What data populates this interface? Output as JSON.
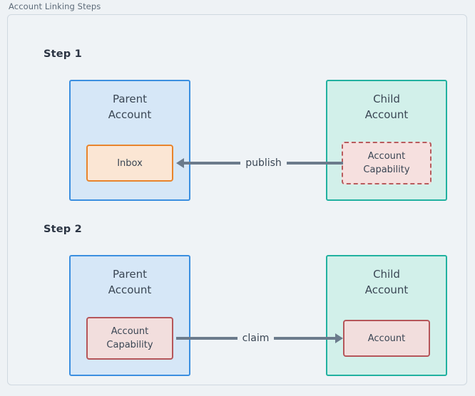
{
  "frame": {
    "title": "Account Linking Steps"
  },
  "steps": [
    {
      "label": "Step 1",
      "parent": {
        "title": "Parent\nAccount",
        "inner": {
          "label": "Inbox"
        }
      },
      "child": {
        "title": "Child\nAccount",
        "inner": {
          "label": "Account\nCapability"
        }
      },
      "arrow": {
        "label": "publish",
        "direction": "left"
      }
    },
    {
      "label": "Step 2",
      "parent": {
        "title": "Parent\nAccount",
        "inner": {
          "label": "Account\nCapability"
        }
      },
      "child": {
        "title": "Child\nAccount",
        "inner": {
          "label": "Account"
        }
      },
      "arrow": {
        "label": "claim",
        "direction": "right"
      }
    }
  ],
  "colors": {
    "parent_border": "#3b8fe0",
    "parent_fill": "#d6e7f7",
    "child_border": "#21b1a0",
    "child_fill": "#d2f0ea",
    "inbox_border": "#e8842c",
    "inbox_fill": "#fbe6d4",
    "capability_border": "#b5565a",
    "capability_fill": "#f2dedd",
    "arrow": "#6b7b8c",
    "frame_border": "#cfd8e0",
    "canvas": "#eef2f5"
  }
}
